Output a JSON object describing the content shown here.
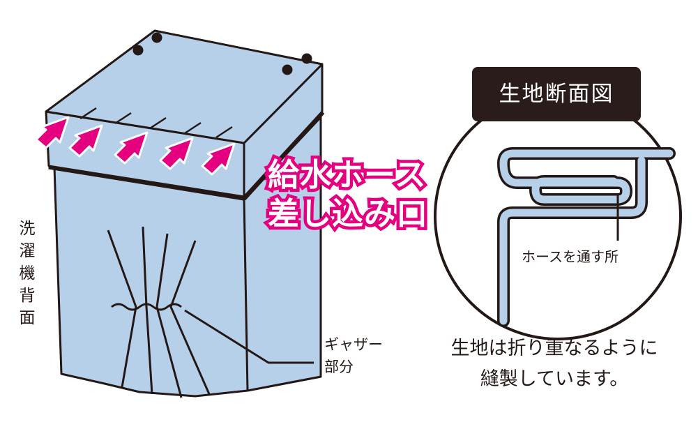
{
  "labels": {
    "machine_back": [
      "洗",
      "濯",
      "機",
      "背",
      "面"
    ],
    "hose_inlet": [
      "給水ホース",
      "差し込み口"
    ],
    "section_title": "生地断面図",
    "hose_path": "ホースを通す所",
    "gather": [
      "ギャザー",
      "部分"
    ],
    "note": [
      "生地は折り重なるように",
      "縫製しています。"
    ]
  },
  "colors": {
    "cover_fill": "#b7d0ea",
    "outline": "#231815",
    "accent_pink": "#e4007f",
    "badge_bg": "#2a1c1a"
  }
}
